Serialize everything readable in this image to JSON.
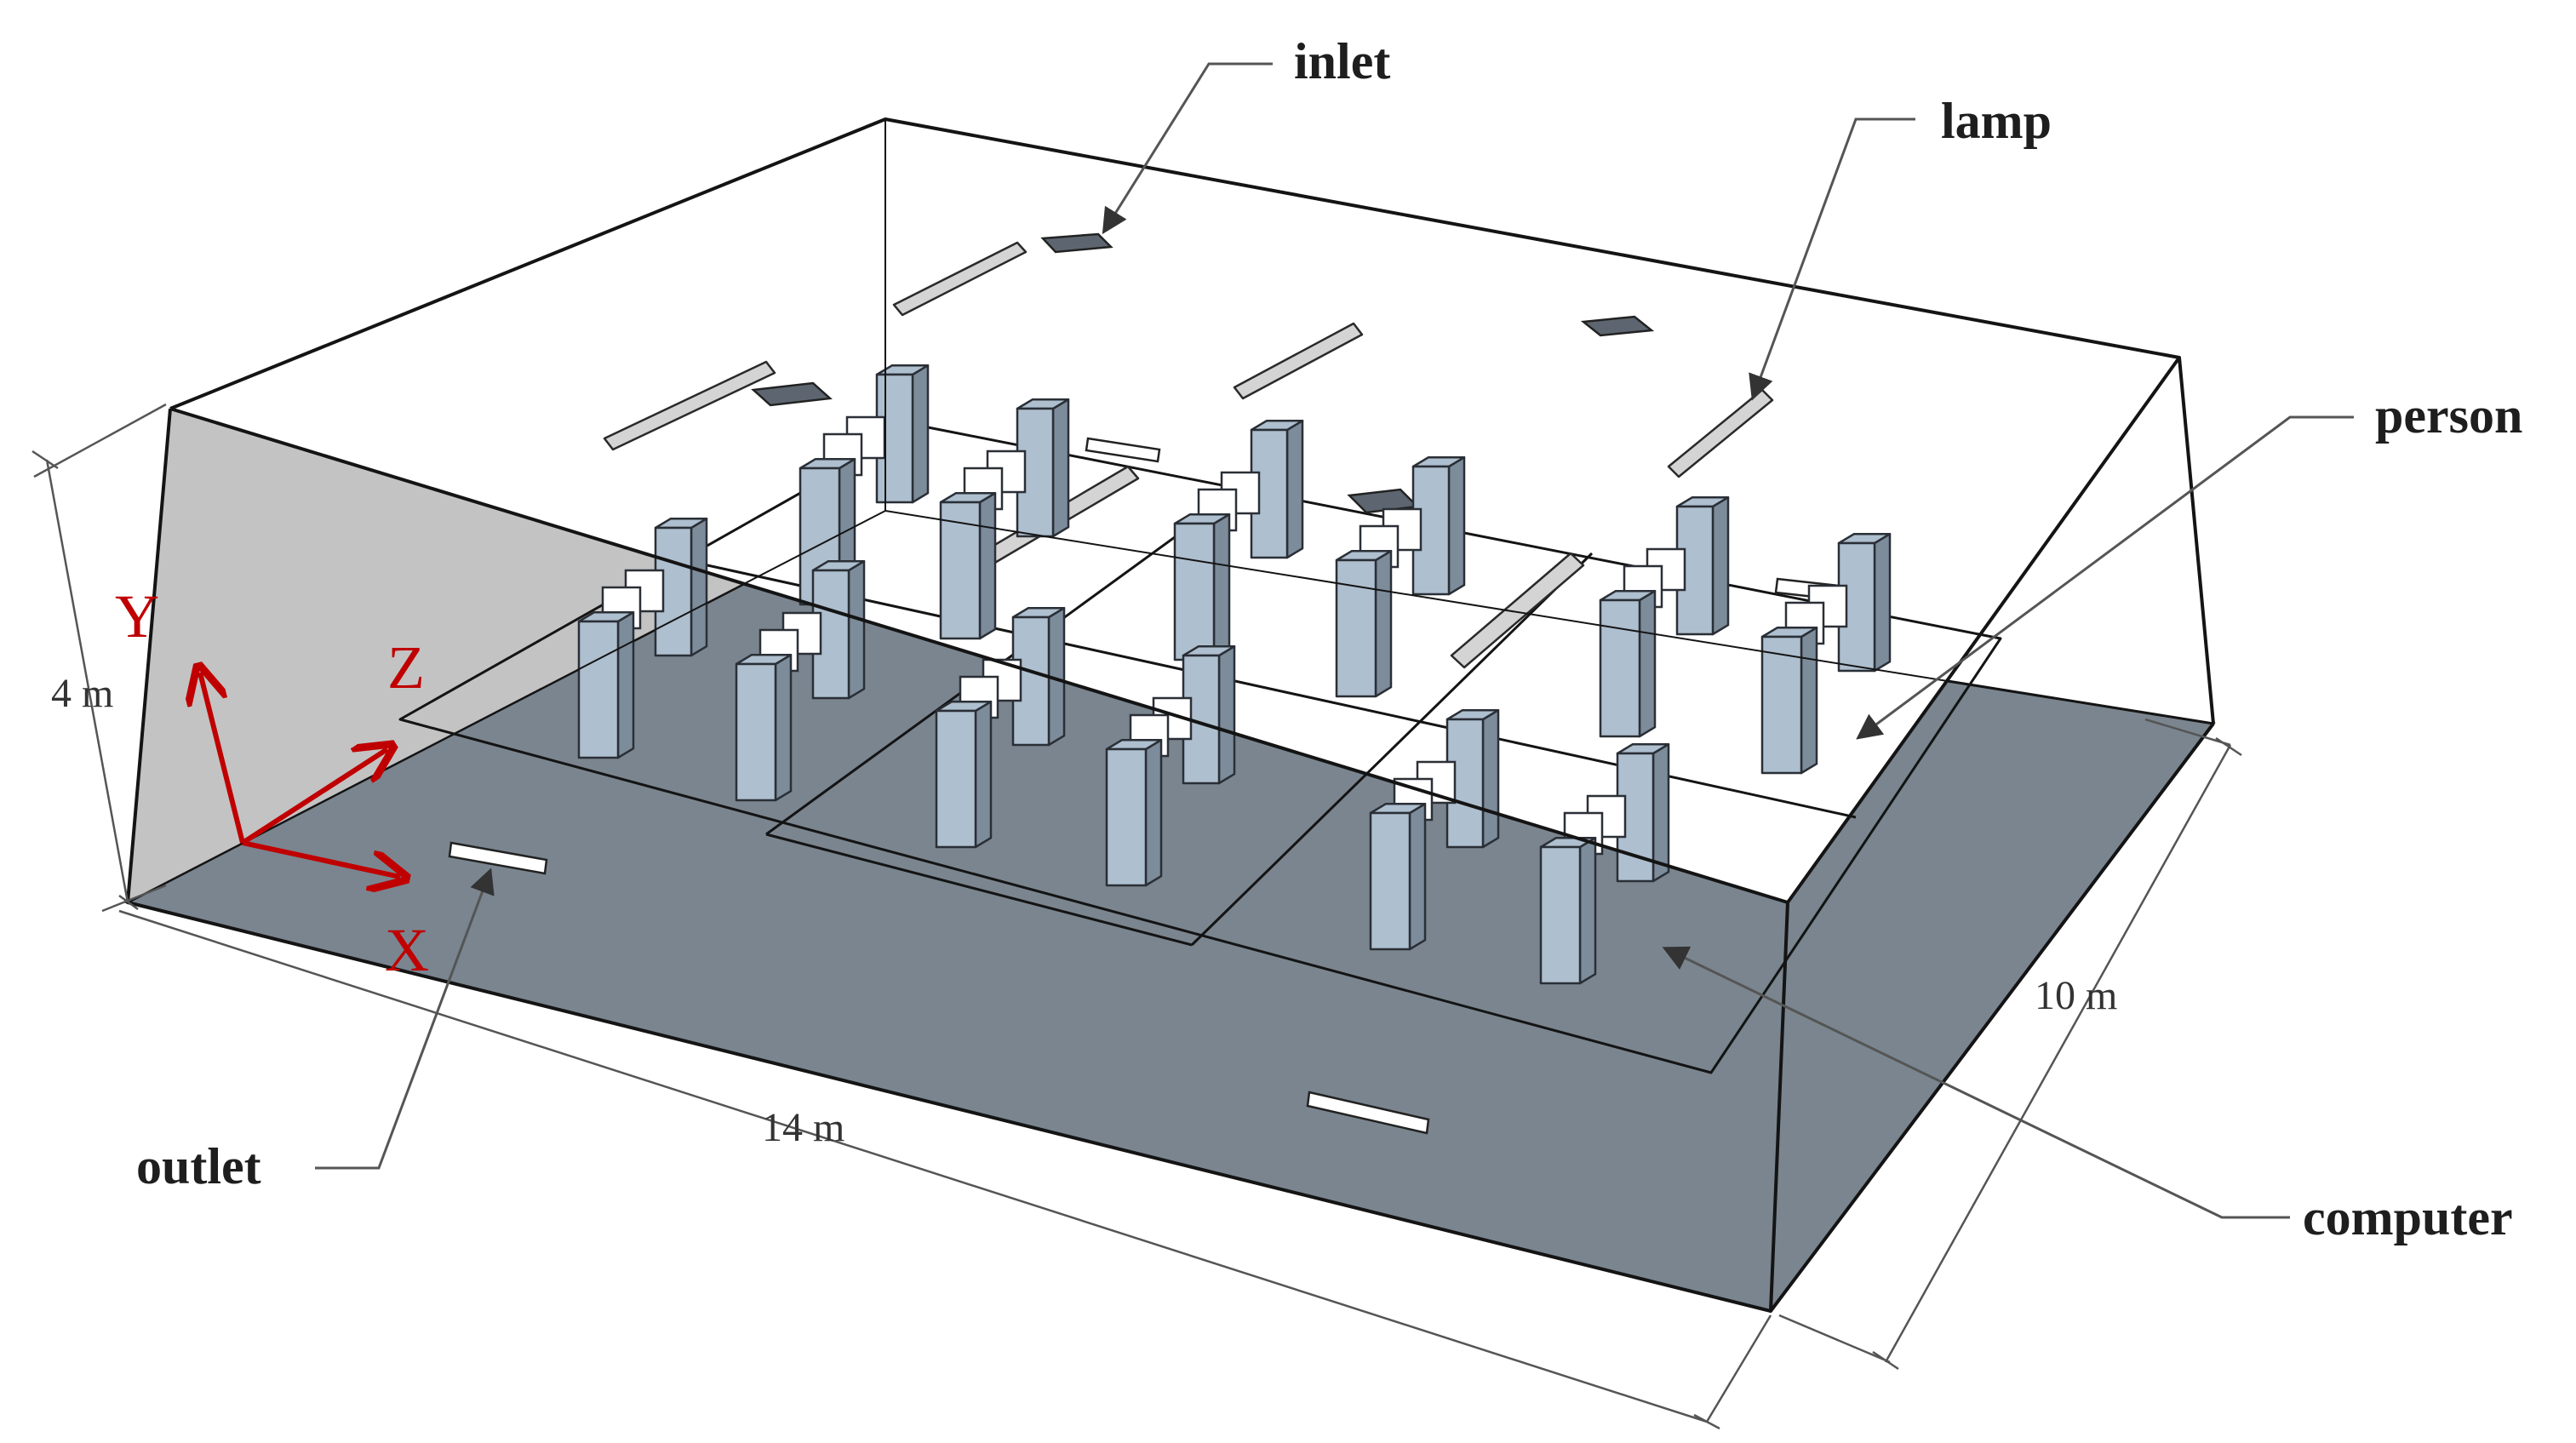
{
  "labels": {
    "inlet": "inlet",
    "lamp": "lamp",
    "person": "person",
    "outlet": "outlet",
    "computer": "computer"
  },
  "dimensions": {
    "height": "4 m",
    "length": "14 m",
    "width": "10 m"
  },
  "axes": {
    "x": "X",
    "y": "Y",
    "z": "Z"
  },
  "colors": {
    "floor": "#7a858f",
    "back_wall": "#c3c3c3",
    "ceiling": "#ffffff",
    "occupant": "#aebfcf",
    "axis": "#c00000"
  }
}
